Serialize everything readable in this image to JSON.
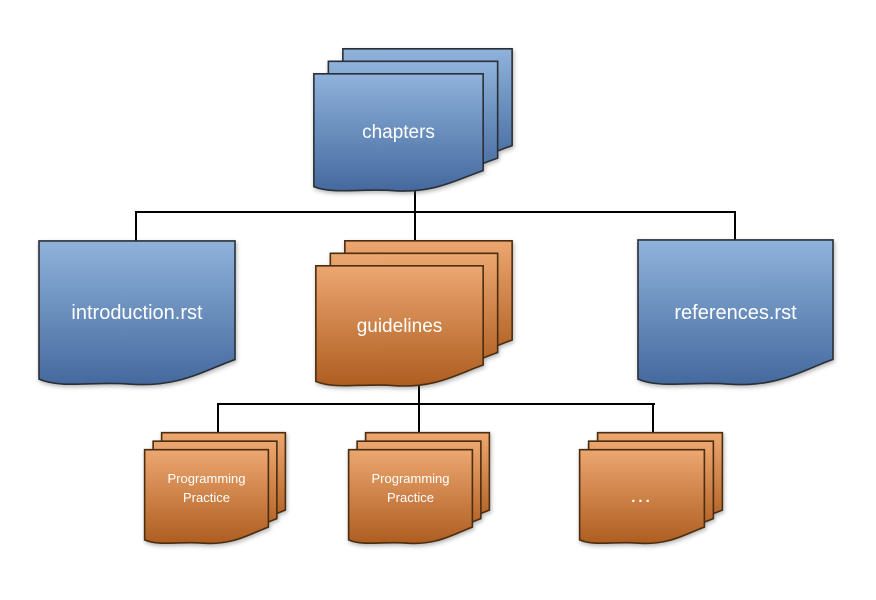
{
  "diagram": {
    "type": "tree-structure",
    "description_visible_only": "document tree of chapter files",
    "nodes": {
      "chapters": {
        "label": "chapters",
        "shape": "multi-document",
        "color_scheme": "blue"
      },
      "introduction": {
        "label": "introduction.rst",
        "shape": "document",
        "color_scheme": "blue"
      },
      "guidelines": {
        "label": "guidelines",
        "shape": "multi-document",
        "color_scheme": "orange"
      },
      "references": {
        "label": "references.rst",
        "shape": "document",
        "color_scheme": "blue"
      },
      "practice1": {
        "label": "Programming Practice",
        "shape": "multi-document",
        "color_scheme": "orange"
      },
      "practice2": {
        "label": "Programming Practice",
        "shape": "multi-document",
        "color_scheme": "orange"
      },
      "more": {
        "label": "...",
        "shape": "multi-document",
        "color_scheme": "orange"
      }
    },
    "edges": [
      {
        "from": "chapters",
        "to": "introduction"
      },
      {
        "from": "chapters",
        "to": "guidelines"
      },
      {
        "from": "chapters",
        "to": "references"
      },
      {
        "from": "guidelines",
        "to": "practice1"
      },
      {
        "from": "guidelines",
        "to": "practice2"
      },
      {
        "from": "guidelines",
        "to": "more"
      }
    ]
  },
  "colors": {
    "blue_top": "#8FB3DB",
    "blue_bottom": "#44699E",
    "blue_border": "#2B2F36",
    "orange_top": "#ECA770",
    "orange_bottom": "#AE5D20",
    "orange_border": "#4B2D10",
    "connector": "#000000",
    "label_text": "#FFFFFF",
    "background": "#FFFFFF"
  }
}
